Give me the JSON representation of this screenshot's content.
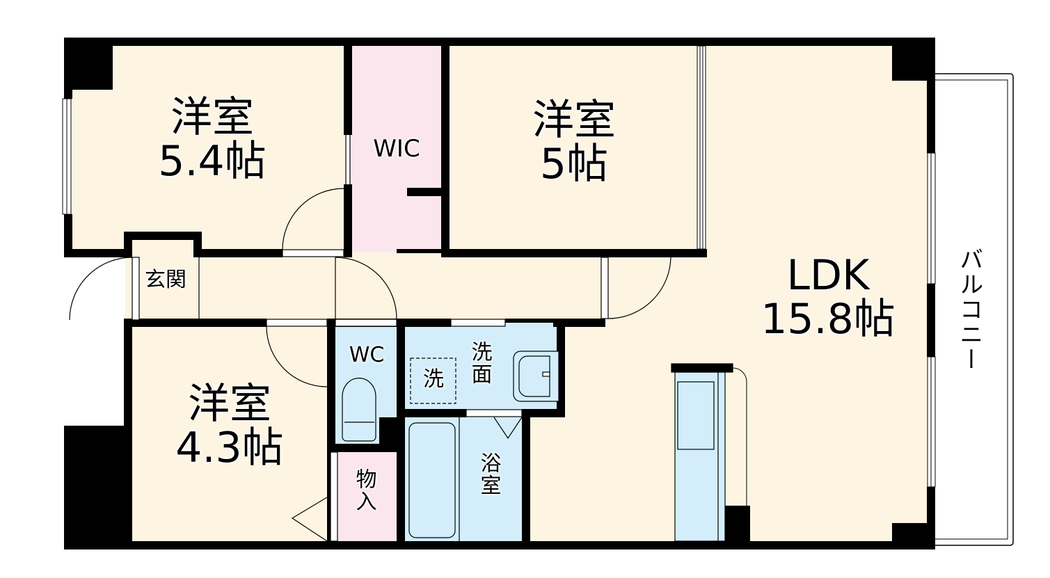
{
  "floorplan": {
    "colors": {
      "wall": "#000000",
      "room_floor": "#fdf5e2",
      "wet_area": "#d3eefa",
      "storage": "#fbe6ee",
      "outside": "#ffffff"
    },
    "rooms": [
      {
        "id": "western-room-1",
        "name": "洋室",
        "size": "5.4帖"
      },
      {
        "id": "wic",
        "name": "WIC"
      },
      {
        "id": "western-room-2",
        "name": "洋室",
        "size": "5帖"
      },
      {
        "id": "ldk",
        "name": "LDK",
        "size": "15.8帖"
      },
      {
        "id": "balcony",
        "name": "バルコニー"
      },
      {
        "id": "entrance",
        "name": "玄関"
      },
      {
        "id": "western-room-3",
        "name": "洋室",
        "size": "4.3帖"
      },
      {
        "id": "toilet",
        "name": "WC"
      },
      {
        "id": "washroom",
        "name": "洗面"
      },
      {
        "id": "washer-space",
        "name": "洗"
      },
      {
        "id": "bathroom",
        "name": "浴室"
      },
      {
        "id": "storage",
        "name": "物入"
      }
    ]
  }
}
